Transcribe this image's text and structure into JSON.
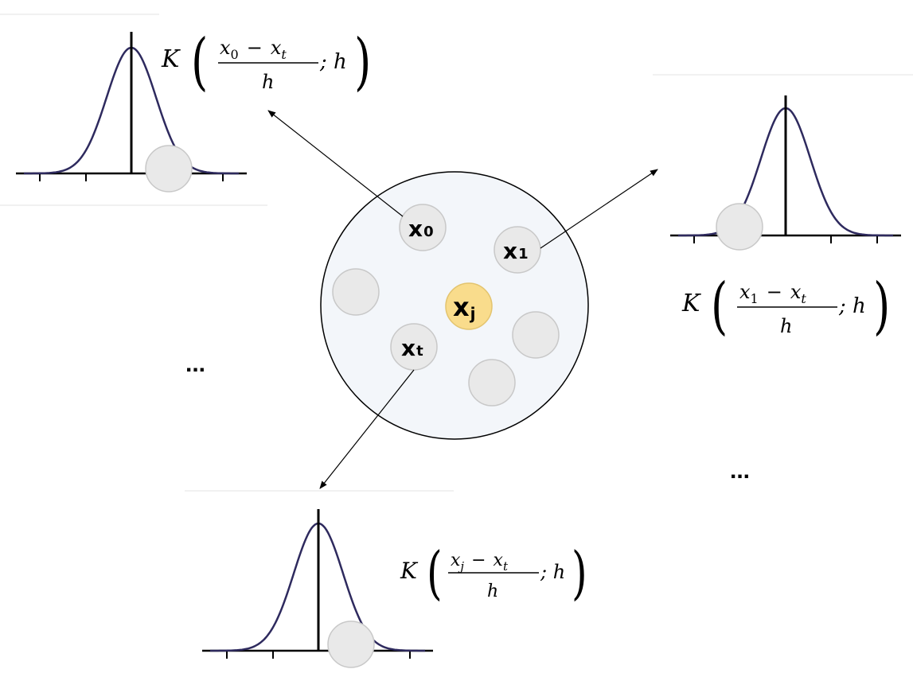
{
  "colors": {
    "curve": "#2e2a5e",
    "axis": "#000000",
    "node_fill": "#e9e9e9",
    "node_stroke": "#c8c8c8",
    "highlight_fill": "#f9dc8c",
    "cluster_fill": "#f3f6fa",
    "cluster_stroke": "#000000",
    "arrow": "#000000"
  },
  "cluster": {
    "nodes": [
      {
        "id": "x0",
        "base": "x",
        "sub": "0"
      },
      {
        "id": "x1",
        "base": "x",
        "sub": "1"
      },
      {
        "id": "xj",
        "base": "x",
        "sub": "j",
        "highlight": true
      },
      {
        "id": "xt",
        "base": "x",
        "sub": "t"
      }
    ],
    "unlabeled_node_count": 3
  },
  "kernels": {
    "top_left": {
      "func": "K",
      "num_left": "x",
      "num_left_sub": "0",
      "op": "−",
      "num_right": "x",
      "num_right_sub": "t",
      "den": "h",
      "param": "; h"
    },
    "right": {
      "func": "K",
      "num_left": "x",
      "num_left_sub": "1",
      "op": "−",
      "num_right": "x",
      "num_right_sub": "t",
      "den": "h",
      "param": "; h"
    },
    "bottom": {
      "func": "K",
      "num_left": "x",
      "num_left_sub": "j",
      "op": "−",
      "num_right": "x",
      "num_right_sub": "t",
      "den": "h",
      "param": "; h"
    }
  },
  "ellipses": {
    "left": "...",
    "right": "..."
  }
}
